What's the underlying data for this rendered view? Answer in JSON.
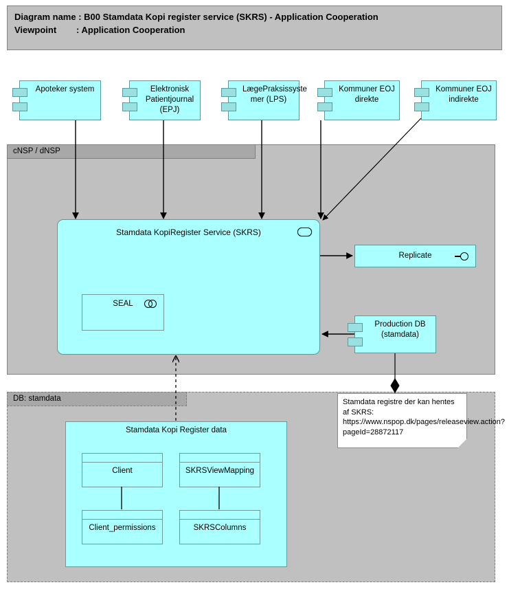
{
  "header": {
    "line1": "Diagram name : B00 Stamdata Kopi register service (SKRS) - Application Cooperation",
    "line2": "Viewpoint        : Application Cooperation"
  },
  "groups": {
    "cnsp": {
      "label": "cNSP / dNSP"
    },
    "db": {
      "label": "DB: stamdata"
    }
  },
  "components": {
    "apoteker": {
      "label": "Apoteker system"
    },
    "epj": {
      "label": "Elektronisk\nPatientjournal\n(EPJ)"
    },
    "lps": {
      "label": "LægePraksissyste\nmer (LPS)"
    },
    "eoj_direkte": {
      "label": "Kommuner EOJ\ndirekte"
    },
    "eoj_indirekte": {
      "label": "Kommuner EOJ\nindirekte"
    },
    "production_db": {
      "label": "Production DB\n(stamdata)"
    }
  },
  "service": {
    "skrs": {
      "label": "Stamdata KopiRegister Service (SKRS)"
    },
    "seal": {
      "label": "SEAL"
    },
    "replicate": {
      "label": "Replicate"
    }
  },
  "data_model": {
    "frame": {
      "label": "Stamdata Kopi Register data"
    },
    "objects": [
      {
        "label": "Client"
      },
      {
        "label": "SKRSViewMapping"
      },
      {
        "label": "Client_permissions"
      },
      {
        "label": "SKRSColumns"
      }
    ]
  },
  "note": {
    "text": "Stamdata registre der kan hentes af SKRS: https://www.nspop.dk/pages/releaseview.action?pageId=28872117"
  },
  "colors": {
    "component_fill": "#AAFFFF",
    "component_stroke": "#5A9A9A",
    "group_fill": "#C0C0C0",
    "group_tab_fill": "#A8A8A8",
    "group_stroke": "#808080",
    "note_fill": "#FFFFFF",
    "connector": "#000000"
  },
  "icons": {
    "application_service": "oval-icon",
    "application_collaboration": "collab-icon",
    "application_interface": "lollipop-icon"
  }
}
